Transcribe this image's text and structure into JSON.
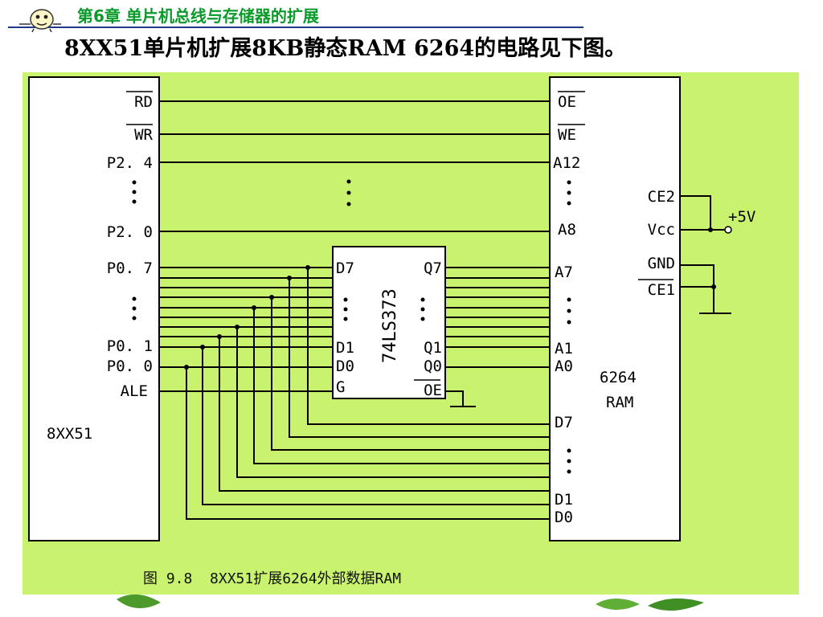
{
  "header": {
    "chapter": "第6章  单片机总线与存储器的扩展",
    "title": "8XX51单片机扩展8KB静态RAM 6264的电路见下图。"
  },
  "colors": {
    "figure_background": "#c9f36e",
    "chapter_text": "#0a9a2a",
    "header_rule": "#1f3a8a"
  },
  "mcu": {
    "name": "8XX51",
    "pins": {
      "rd": "RD",
      "wr": "WR",
      "p24": "P2. 4",
      "p20": "P2. 0",
      "p07": "P0. 7",
      "p01": "P0. 1",
      "p00": "P0. 0",
      "ale": "ALE"
    }
  },
  "latch": {
    "name": "74LS373",
    "pins": {
      "d7": "D7",
      "d1": "D1",
      "d0": "D0",
      "g": "G",
      "q7": "Q7",
      "q1": "Q1",
      "q0": "Q0",
      "oe": "OE"
    }
  },
  "ram": {
    "name_1": "6264",
    "name_2": "RAM",
    "pins": {
      "oe": "OE",
      "we": "WE",
      "a12": "A12",
      "a8": "A8",
      "a7": "A7",
      "a1": "A1",
      "a0": "A0",
      "d7": "D7",
      "d1": "D1",
      "d0": "D0",
      "ce2": "CE2",
      "vcc": "Vcc",
      "gnd": "GND",
      "ce1": "CE1"
    }
  },
  "power": {
    "label": "+5V"
  },
  "caption": "图 9.8  8XX51扩展6264外部数据RAM"
}
